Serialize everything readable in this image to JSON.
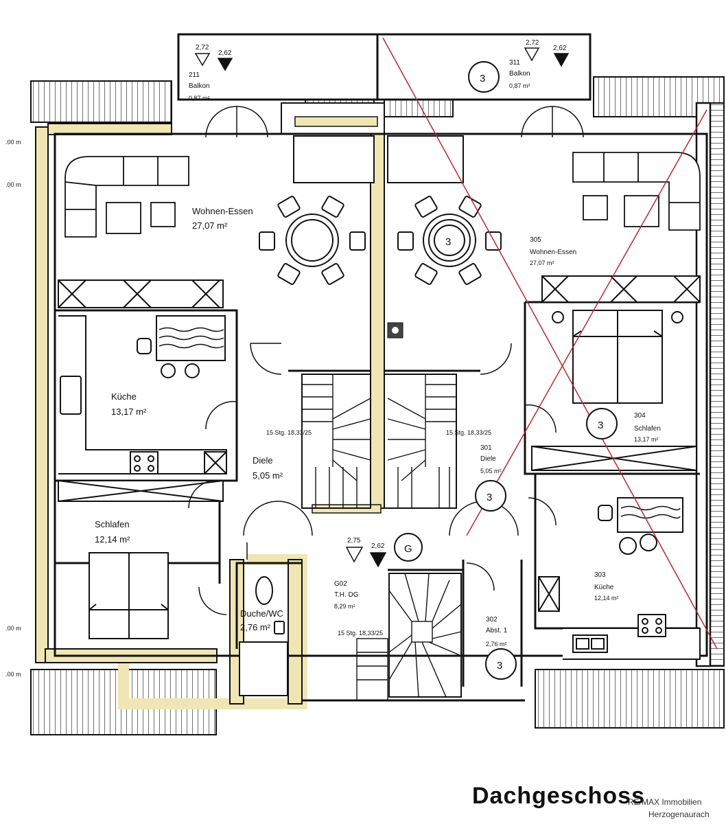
{
  "plan_title": "Dachgeschoss",
  "watermark": {
    "line1": "RE/MAX Immobilien",
    "line2": "Herzogenaurach"
  },
  "left_margin_marks": [
    ".00 m",
    ".00 m",
    ".00 m",
    ".00 m"
  ],
  "balconies": {
    "left": {
      "number": "211",
      "name": "Balkon",
      "area": "0,87 m²",
      "level_1": "2,72",
      "level_2": "2,62"
    },
    "right": {
      "number": "311",
      "name": "Balkon",
      "area": "0,87 m²",
      "level_1": "2,72",
      "level_2": "2,62"
    }
  },
  "rooms": {
    "wohnen_left": {
      "name": "Wohnen-Essen",
      "area": "27,07 m²"
    },
    "kueche_left": {
      "name": "Küche",
      "area": "13,17 m²"
    },
    "diele_left": {
      "name": "Diele",
      "area": "5,05 m²"
    },
    "schlafen_left": {
      "name": "Schlafen",
      "area": "12,14 m²"
    },
    "dusche_left": {
      "name": "Duche/WC",
      "area": "2,76 m²"
    },
    "wohnen_right": {
      "number": "305",
      "name": "Wohnen-Essen",
      "area": "27,07 m²"
    },
    "schlafen_right": {
      "number": "304",
      "name": "Schlafen",
      "area": "13,17 m²"
    },
    "diele_right": {
      "number": "301",
      "name": "Diele",
      "area": "5,05 m²"
    },
    "kueche_right": {
      "number": "303",
      "name": "Küche",
      "area": "12,14 m²"
    },
    "abst_right": {
      "number": "302",
      "name": "Abst. 1",
      "area": "2,76 m²"
    },
    "th_dg": {
      "number": "G02",
      "name": "T.H. DG",
      "area": "8,29 m²"
    }
  },
  "stairs": {
    "left": "15 Stg. 18,33/25",
    "right": "15 Stg. 18,33/25",
    "bottom": "15 Stg. 18,33/25"
  },
  "hall_levels": {
    "level_1": "2,75",
    "level_2": "2,62"
  },
  "markers": {
    "unit": "3",
    "common": "G"
  },
  "colors": {
    "wall": "#111111",
    "wall_infill": "#efe6b4",
    "crossout": "#b8282a",
    "paper": "#ffffff"
  }
}
